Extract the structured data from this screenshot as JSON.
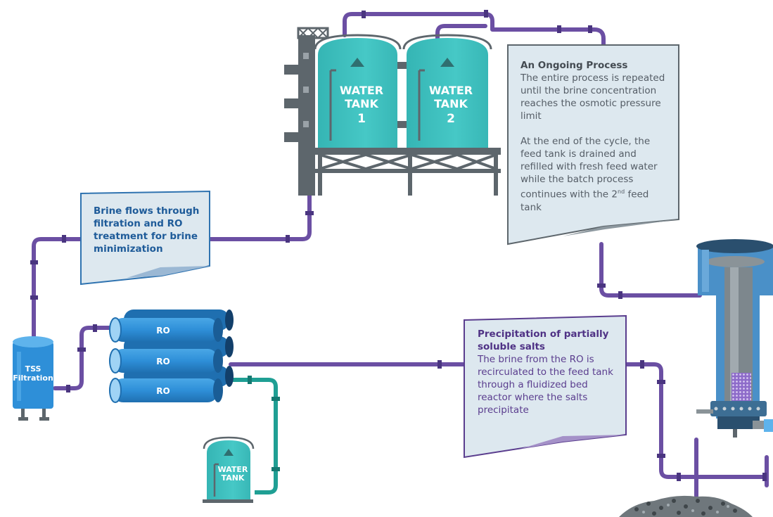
{
  "tanks": {
    "tank1": [
      "WATER",
      "TANK",
      "1"
    ],
    "tank2": [
      "WATER",
      "TANK",
      "2"
    ],
    "small": [
      "WATER",
      "TANK"
    ]
  },
  "tss": [
    "TSS",
    "Filtration"
  ],
  "ro_label": "RO",
  "callouts": {
    "filtration": "Brine flows through filtration and RO treatment for brine minimization",
    "ongoing": {
      "title": "An Ongoing Process",
      "p1": "The entire process is repeated until the brine concentration reaches the osmotic pressure limit",
      "p2_pre": "At the end of the cycle, the feed tank is drained and refilled with fresh feed water while the batch process continues with the 2",
      "p2_sup": "nd",
      "p2_post": " feed tank"
    },
    "precipitation": {
      "title": "Precipitation of partially soluble salts",
      "body": "The brine from the RO is recirculated to the feed tank through a fluidized bed reactor where the salts precipitate"
    }
  },
  "colors": {
    "pipe_purple": "#6b4fa3",
    "pipe_teal": "#1f9f94",
    "tank_teal": "#3fc2c1",
    "ro_blue": "#2e8fd8",
    "callout_bg": "#dde8ef",
    "frame_gray": "#5d666c",
    "reactor_blue": "#4a90c8"
  }
}
